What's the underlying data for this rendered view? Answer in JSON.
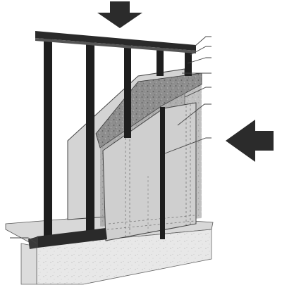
{
  "diagram": {
    "callout_count": 7,
    "arrows": [
      {
        "name": "load-arrow-top",
        "direction": "down"
      },
      {
        "name": "load-arrow-right",
        "direction": "left"
      }
    ],
    "components": [
      "top-track",
      "steel-studs",
      "board-layer-back",
      "insulation-core",
      "board-layer-front",
      "bottom-track",
      "concrete-slab"
    ],
    "colors": {
      "steel": "#1e1e1e",
      "board_back": "#d6d6d6",
      "board_front": "#c9c9c9",
      "insulation": "#8c8c8c",
      "slab": "#e6e6e6",
      "arrow": "#2b2b2b"
    }
  }
}
